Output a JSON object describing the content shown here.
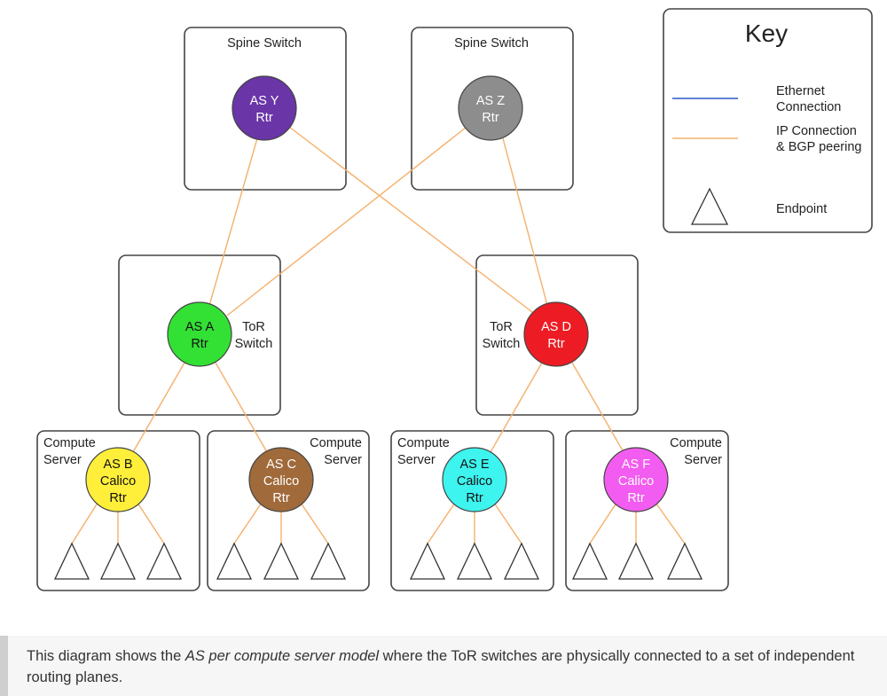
{
  "colors": {
    "ethernet_line": "#2f56c9",
    "ip_line": "#f5b06a"
  },
  "key": {
    "title": "Key",
    "ethernet_line1": "Ethernet",
    "ethernet_line2": "Connection",
    "ip_line1": "IP Connection",
    "ip_line2": "& BGP peering",
    "endpoint": "Endpoint",
    "endpoint_icon": "triangle"
  },
  "spines": [
    {
      "label": "Spine Switch",
      "node_line1": "AS Y",
      "node_line2": "Rtr",
      "color": "#6a35a7"
    },
    {
      "label": "Spine Switch",
      "node_line1": "AS Z",
      "node_line2": "Rtr",
      "color": "#8d8d8d"
    }
  ],
  "tors": [
    {
      "label_line1": "ToR",
      "label_line2": "Switch",
      "node_line1": "AS A",
      "node_line2": "Rtr",
      "color": "#33e034"
    },
    {
      "label_line1": "ToR",
      "label_line2": "Switch",
      "node_line1": "AS D",
      "node_line2": "Rtr",
      "color": "#ed1c24"
    }
  ],
  "servers": [
    {
      "label_line1": "Compute",
      "label_line2": "Server",
      "node_line1": "AS B",
      "node_line2": "Calico",
      "node_line3": "Rtr",
      "color": "#ffef3a"
    },
    {
      "label_line1": "Compute",
      "label_line2": "Server",
      "node_line1": "AS C",
      "node_line2": "Calico",
      "node_line3": "Rtr",
      "color": "#a06a3a"
    },
    {
      "label_line1": "Compute",
      "label_line2": "Server",
      "node_line1": "AS E",
      "node_line2": "Calico",
      "node_line3": "Rtr",
      "color": "#3df4ef"
    },
    {
      "label_line1": "Compute",
      "label_line2": "Server",
      "node_line1": "AS F",
      "node_line2": "Calico",
      "node_line3": "Rtr",
      "color": "#f35cf0"
    }
  ],
  "caption": {
    "before": "This diagram shows the ",
    "emphasis": "AS per compute server model",
    "after": " where the ToR switches are physically connected to a set of independent routing planes."
  }
}
